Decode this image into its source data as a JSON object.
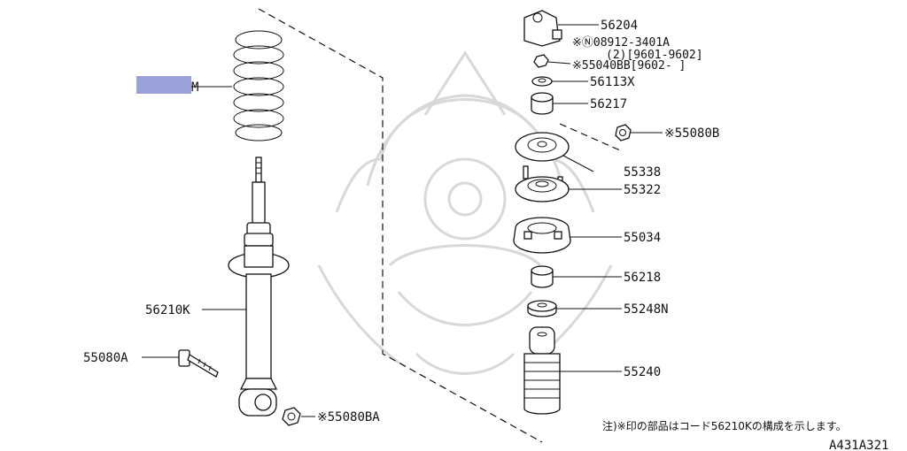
{
  "colors": {
    "line": "#111111",
    "highlight": "#9aa0d8",
    "watermark": "#d8d8d8"
  },
  "parts": {
    "spring_suffix": "M",
    "shock_absorber": "56210K",
    "bolt": "55080A",
    "lower_nut": "※55080BA",
    "upper_cover": "56204",
    "nut_a": "※Ⓝ08912-3401A",
    "nut_a_note": "(2)[9601-9602]",
    "nut_b": "※55040BB[9602-     ]",
    "washer": "56113X",
    "bushing_upper": "56217",
    "mount_nut": "※55080B",
    "insulator": "55338",
    "mounting": "55322",
    "spring_seat": "55034",
    "bushing_lower": "56218",
    "washer_lower": "55248N",
    "bound_bumper": "55240"
  },
  "footnote": "注)※印の部品はコード56210Kの構成を示します。",
  "diagram_code": "A431A321"
}
